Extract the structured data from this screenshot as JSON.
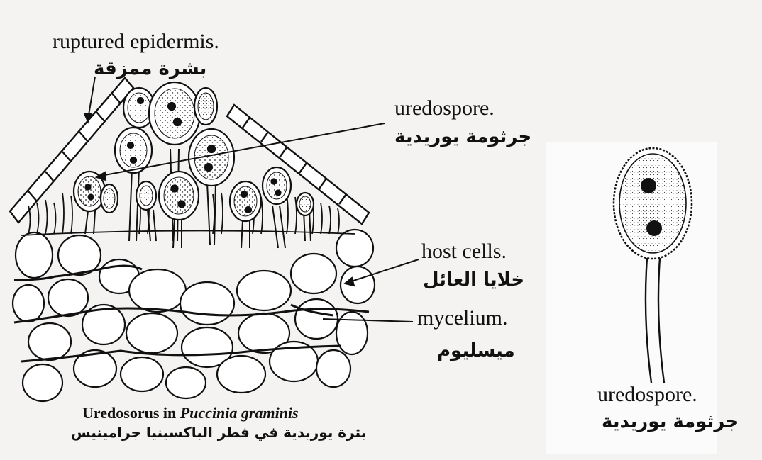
{
  "labels": {
    "epidermis_en": "ruptured epidermis.",
    "epidermis_ar": "بشرة ممزقة",
    "uredospore_en": "uredospore.",
    "uredospore_ar": "جرثومة يوريدية",
    "host_cells_en": "host cells.",
    "host_cells_ar": "خلايا العائل",
    "mycelium_en": "mycelium.",
    "mycelium_ar": "ميسليوم",
    "single_spore_en": "uredospore.",
    "single_spore_ar": "جرثومة يوريدية"
  },
  "caption": {
    "title_prefix": "Uredosorus in ",
    "title_species": "Puccinia graminis",
    "arabic": "بثرة يوريدية في فطر الباكسينيا جرامينيس"
  }
}
